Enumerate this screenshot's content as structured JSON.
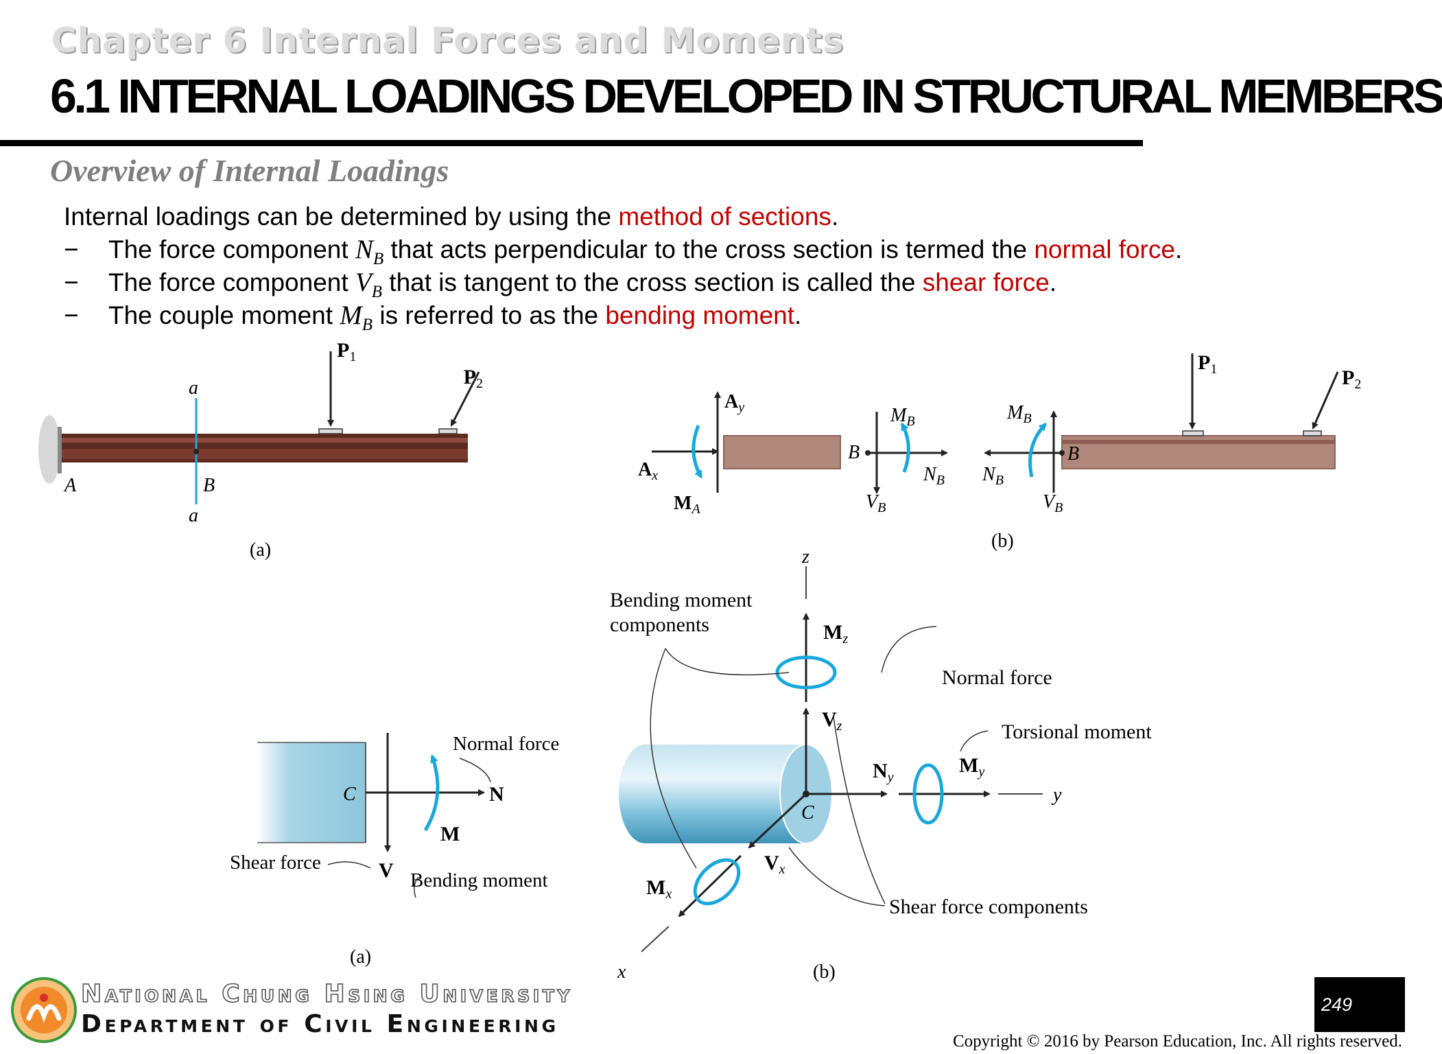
{
  "header": {
    "chapter": "Chapter 6 Internal Forces and Moments",
    "title": "6.1 INTERNAL LOADINGS DEVELOPED IN STRUCTURAL MEMBERS",
    "subtitle": "Overview of Internal Loadings"
  },
  "intro": {
    "text": "Internal loadings can be determined by using the ",
    "highlight": "method of sections",
    "end": "."
  },
  "bullets": [
    {
      "dash": "−",
      "pre": "The force component ",
      "sym": "N",
      "sub": "B",
      "mid": " that acts perpendicular to the cross section is termed the ",
      "highlight": "normal force",
      "end": "."
    },
    {
      "dash": "−",
      "pre": "The force component ",
      "sym": "V",
      "sub": "B",
      "mid": " that is tangent to the cross section is called the ",
      "highlight": "shear force",
      "end": "."
    },
    {
      "dash": "−",
      "pre": "The couple moment ",
      "sym": "M",
      "sub": "B",
      "mid": " is referred to as the ",
      "highlight": "bending moment",
      "end": "."
    }
  ],
  "fig_top_a": {
    "p1": "P",
    "p1_sub": "1",
    "p2": "P",
    "p2_sub": "2",
    "section_top": "a",
    "section_bottom": "a",
    "point_a": "A",
    "point_b": "B",
    "caption": "(a)"
  },
  "fig_top_b": {
    "ay": "A",
    "ay_sub": "y",
    "ax": "A",
    "ax_sub": "x",
    "ma": "M",
    "ma_sub": "A",
    "b": "B",
    "mb": "M",
    "mb_sub": "B",
    "nb": "N",
    "nb_sub": "B",
    "vb": "V",
    "vb_sub": "B",
    "p1": "P",
    "p1_sub": "1",
    "p2": "P",
    "p2_sub": "2",
    "caption": "(b)"
  },
  "fig_bot_a": {
    "normal_force": "Normal force",
    "n": "N",
    "c": "C",
    "m": "M",
    "v": "V",
    "shear_force": "Shear force",
    "bending_moment": "Bending moment",
    "caption": "(a)"
  },
  "fig_bot_b": {
    "z": "z",
    "y": "y",
    "x": "x",
    "bending_line1": "Bending moment",
    "bending_line2": "components",
    "mz": "M",
    "mz_sub": "z",
    "vz": "V",
    "vz_sub": "z",
    "normal_force": "Normal force",
    "torsional_moment": "Torsional moment",
    "ny": "N",
    "ny_sub": "y",
    "my": "M",
    "my_sub": "y",
    "c": "C",
    "vx": "V",
    "vx_sub": "x",
    "mx": "M",
    "mx_sub": "x",
    "shear_components": "Shear force components",
    "caption": "(b)"
  },
  "footer": {
    "university": "National Chung Hsing University",
    "department": "Department of Civil Engineering",
    "page": "249",
    "copyright": "Copyright © 2016 by Pearson Education, Inc. All rights reserved."
  },
  "colors": {
    "highlight": "#c00000",
    "moment_arrow": "#1aa7dc",
    "beam": "#7a3a2e",
    "cylinder": "#7fc1dc"
  }
}
